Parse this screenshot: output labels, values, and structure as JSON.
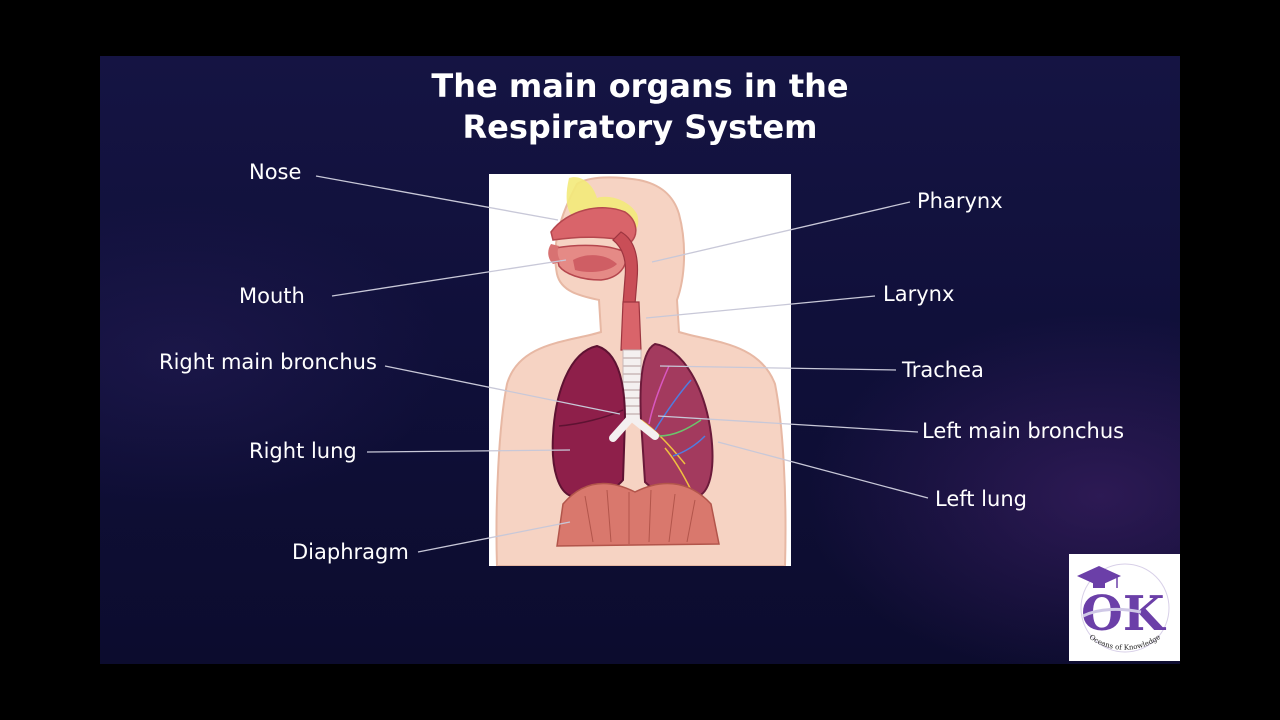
{
  "title": {
    "line1": "The main organs in the",
    "line2": "Respiratory System"
  },
  "labels": {
    "nose": "Nose",
    "mouth": "Mouth",
    "right_main_bronchus": "Right main bronchus",
    "right_lung": "Right lung",
    "diaphragm": "Diaphragm",
    "pharynx": "Pharynx",
    "larynx": "Larynx",
    "trachea": "Trachea",
    "left_main_bronchus": "Left main bronchus",
    "left_lung": "Left lung"
  },
  "logo": {
    "letters": "OK",
    "tagline": "Oceans of Knowledge"
  },
  "colors": {
    "background": "#131240",
    "text": "#ffffff",
    "lung": "#8e1f4a",
    "airway": "#d9646a",
    "muscle": "#d9786d",
    "skin": "#f6d3c3",
    "logo_purple": "#6b3fa8"
  },
  "icons": {
    "logo_cap": "graduation-cap-icon"
  }
}
